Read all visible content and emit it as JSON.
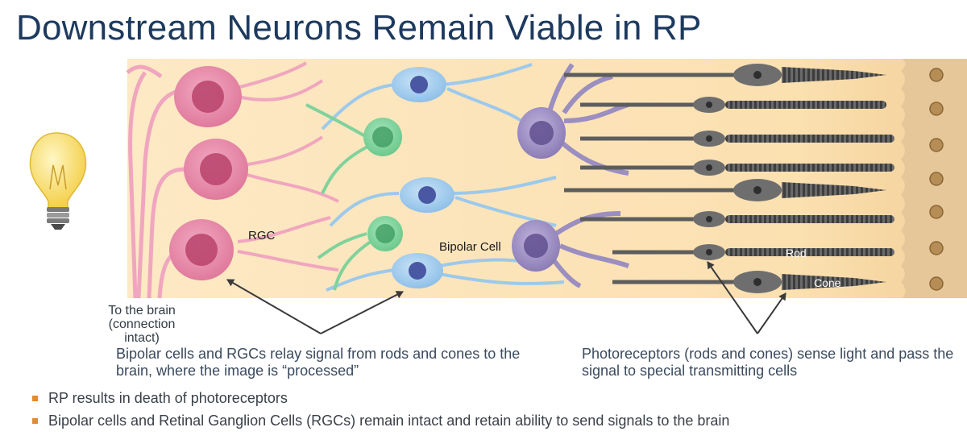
{
  "slide": {
    "title": "Downstream Neurons Remain Viable in RP"
  },
  "diagram": {
    "labels": {
      "rgc": "RGC",
      "bipolar": "Bipolar Cell",
      "rod": "Rod",
      "cone": "Cone",
      "brain": "To the brain (connection intact)"
    },
    "colors": {
      "background": "#fbe2b6",
      "rgc": "#e788a8",
      "bipolar": "#9cc9ec",
      "amacrine": "#7fd29b",
      "horizontal": "#9b8ec0",
      "photoreceptor": "#5d5d5d",
      "arrow": "#3a3a3a",
      "bulb": "#f6d85c"
    },
    "captions": {
      "left": "Bipolar cells and RGCs relay signal from rods and cones to the brain, where the image is “processed”",
      "right": "Photoreceptors (rods and cones) sense light and pass the signal to special transmitting cells"
    }
  },
  "bullets": [
    "RP results in death of photoreceptors",
    "Bipolar cells and Retinal Ganglion Cells (RGCs) remain intact and retain ability to send signals to the brain"
  ],
  "icons": {
    "bulb": "light-bulb-icon"
  }
}
